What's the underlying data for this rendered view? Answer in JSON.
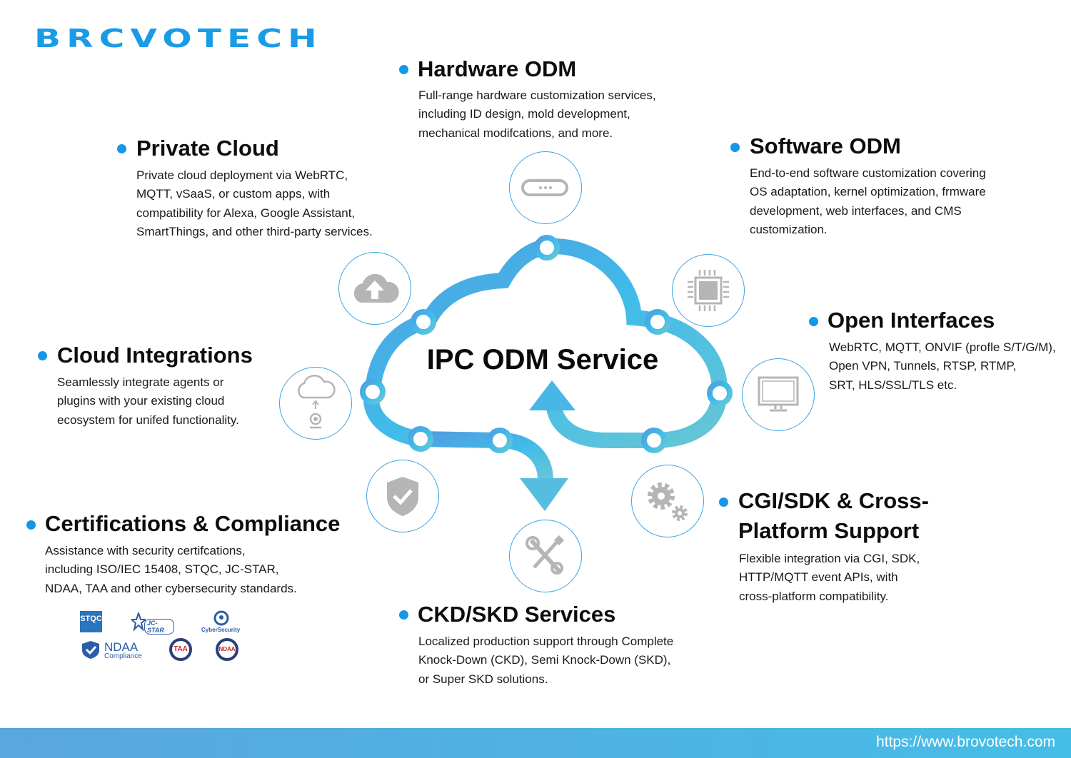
{
  "brand": {
    "logo_text": "BRCVOTECH"
  },
  "center": {
    "title": "IPC ODM Service"
  },
  "sections": {
    "hardware": {
      "title": "Hardware ODM",
      "body": "Full-range hardware customization services,\nincluding ID design, mold development,\nmechanical modifcations, and more."
    },
    "private_cloud": {
      "title": "Private Cloud",
      "body": "Private cloud deployment via WebRTC,\nMQTT, vSaaS, or custom apps, with\ncompatibility for Alexa, Google Assistant,\nSmartThings, and other third-party services."
    },
    "software": {
      "title": "Software ODM",
      "body": "End-to-end software customization covering\nOS adaptation, kernel optimization, frmware\ndevelopment, web interfaces, and CMS\ncustomization."
    },
    "open_interfaces": {
      "title": "Open Interfaces",
      "body": "WebRTC, MQTT, ONVIF (profle S/T/G/M),\nOpen VPN, Tunnels, RTSP, RTMP,\nSRT, HLS/SSL/TLS etc."
    },
    "cloud_integrations": {
      "title": "Cloud Integrations",
      "body": "Seamlessly integrate agents or\nplugins with your existing cloud\necosystem for unifed functionality."
    },
    "certifications": {
      "title": "Certifications & Compliance",
      "body": "Assistance with security certifcations,\nincluding ISO/IEC 15408, STQC, JC-STAR,\nNDAA, TAA and other cybersecurity standards."
    },
    "cgi_sdk": {
      "title_line1": "CGI/SDK & Cross-",
      "title_line2": "Platform Support",
      "body": "Flexible integration via CGI, SDK,\nHTTP/MQTT event APIs, with\ncross-platform compatibility."
    },
    "ckd_skd": {
      "title": "CKD/SKD Services",
      "body": "Localized production support through Complete\nKnock-Down (CKD), Semi Knock-Down (SKD),\nor Super SKD solutions."
    }
  },
  "cert_logos": {
    "stqc": "STQC",
    "jcstar": "JC-STAR",
    "cyber": "CyberSecurity",
    "ndaa": "NDAA",
    "ndaa_sub": "Compliance",
    "taa": "TAA",
    "ndaa2": "NDAA"
  },
  "footer": {
    "url": "https://www.brovotech.com"
  },
  "colors": {
    "accent": "#1596e6",
    "icon_gray": "#b5b5b5",
    "cloud_start": "#4fa3e0",
    "cloud_end": "#5fc6dc"
  }
}
